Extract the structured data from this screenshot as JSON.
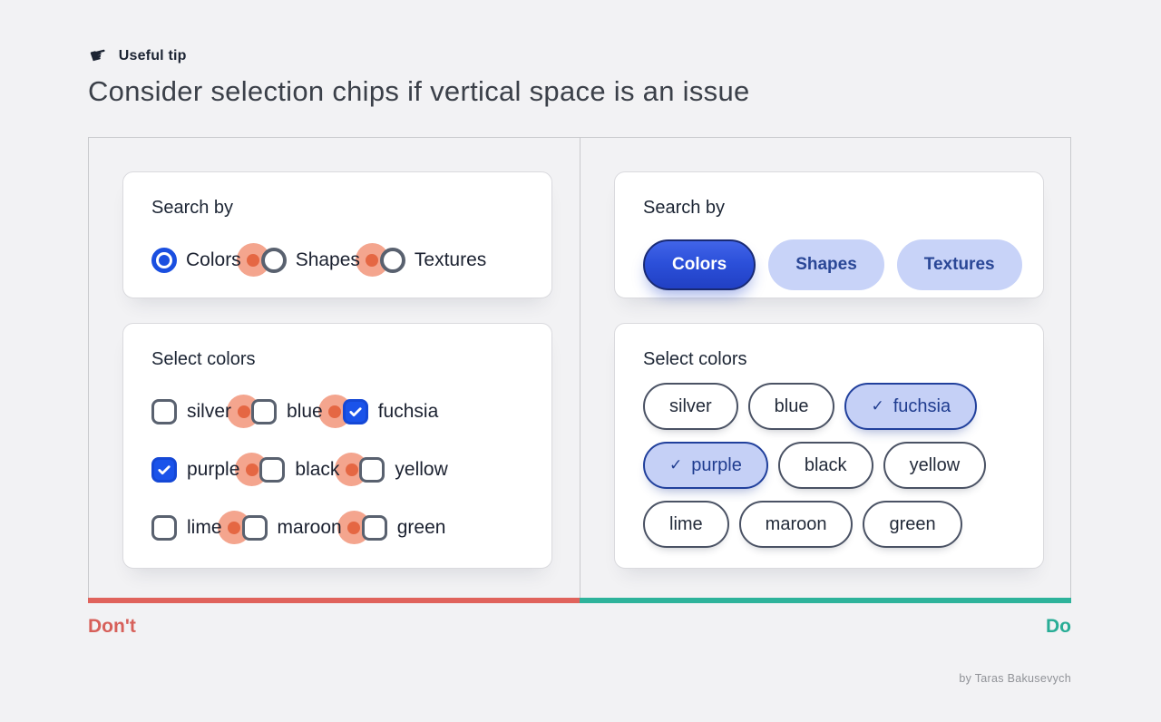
{
  "icons": {
    "pointing_hand": "☛",
    "check": "✓"
  },
  "header": {
    "tip_label": "Useful tip",
    "title": "Consider selection chips if vertical space is an issue"
  },
  "dont": {
    "label": "Don't",
    "accent_color": "#e0635c",
    "search_card": {
      "title": "Search by",
      "control_type": "radio",
      "options": [
        {
          "label": "Colors",
          "selected": true
        },
        {
          "label": "Shapes",
          "selected": false
        },
        {
          "label": "Textures",
          "selected": false
        }
      ]
    },
    "colors_card": {
      "title": "Select colors",
      "control_type": "checkbox",
      "rows": [
        [
          {
            "label": "silver",
            "checked": false
          },
          {
            "label": "blue",
            "checked": false
          },
          {
            "label": "fuchsia",
            "checked": true
          }
        ],
        [
          {
            "label": "purple",
            "checked": true
          },
          {
            "label": "black",
            "checked": false
          },
          {
            "label": "yellow",
            "checked": false
          }
        ],
        [
          {
            "label": "lime",
            "checked": false
          },
          {
            "label": "maroon",
            "checked": false
          },
          {
            "label": "green",
            "checked": false
          }
        ]
      ]
    }
  },
  "do": {
    "label": "Do",
    "accent_color": "#2eb39b",
    "search_card": {
      "title": "Search by",
      "control_type": "chip",
      "chips": [
        {
          "label": "Colors",
          "selected": true
        },
        {
          "label": "Shapes",
          "selected": false
        },
        {
          "label": "Textures",
          "selected": false
        }
      ]
    },
    "colors_card": {
      "title": "Select colors",
      "control_type": "chip",
      "rows": [
        [
          {
            "label": "silver",
            "selected": false
          },
          {
            "label": "blue",
            "selected": false
          },
          {
            "label": "fuchsia",
            "selected": true
          }
        ],
        [
          {
            "label": "purple",
            "selected": true
          },
          {
            "label": "black",
            "selected": false
          },
          {
            "label": "yellow",
            "selected": false
          }
        ],
        [
          {
            "label": "lime",
            "selected": false
          },
          {
            "label": "maroon",
            "selected": false
          },
          {
            "label": "green",
            "selected": false
          }
        ]
      ]
    }
  },
  "footer": {
    "attribution": "by Taras Bakusevych"
  },
  "colors": {
    "page_background": "#f2f2f4",
    "primary_blue": "#1a53ea",
    "chip_light_blue": "#c8d3f8",
    "chip_selected_fill": "#c5d0f6",
    "touch_target_outer": "#f4a58e",
    "touch_target_core": "#e56743",
    "dont_red": "#e0635c",
    "do_teal": "#2eb39b"
  }
}
